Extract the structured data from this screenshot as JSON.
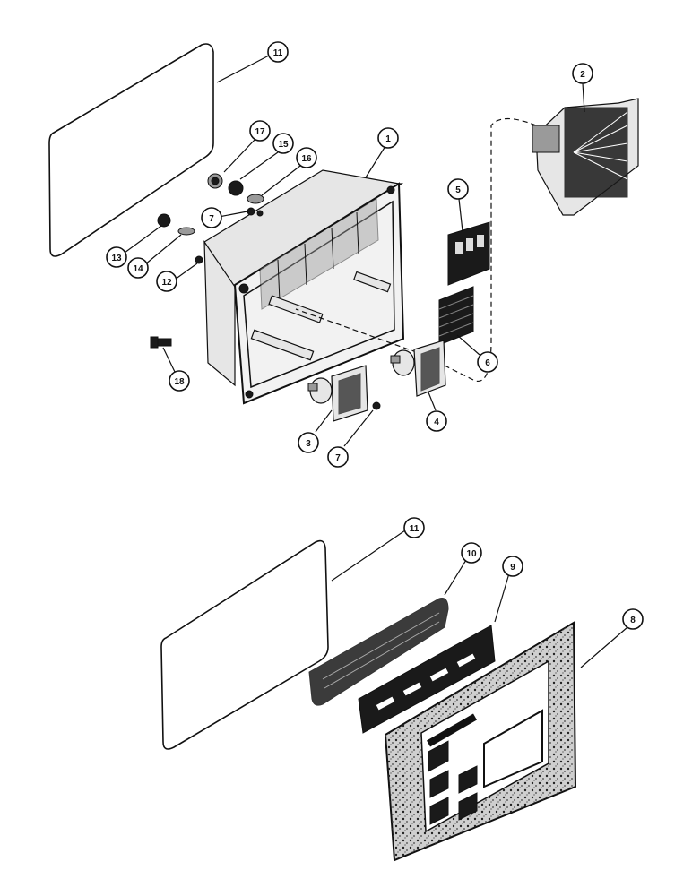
{
  "callouts": [
    {
      "id": "c11-top",
      "label": "11"
    },
    {
      "id": "c2",
      "label": "2"
    },
    {
      "id": "c1",
      "label": "1"
    },
    {
      "id": "c17",
      "label": "17"
    },
    {
      "id": "c15",
      "label": "15"
    },
    {
      "id": "c16",
      "label": "16"
    },
    {
      "id": "c7-top",
      "label": "7"
    },
    {
      "id": "c5",
      "label": "5"
    },
    {
      "id": "c13",
      "label": "13"
    },
    {
      "id": "c14",
      "label": "14"
    },
    {
      "id": "c12",
      "label": "12"
    },
    {
      "id": "c18",
      "label": "18"
    },
    {
      "id": "c6",
      "label": "6"
    },
    {
      "id": "c4",
      "label": "4"
    },
    {
      "id": "c3",
      "label": "3"
    },
    {
      "id": "c7-bot",
      "label": "7"
    },
    {
      "id": "c11-bot",
      "label": "11"
    },
    {
      "id": "c10",
      "label": "10"
    },
    {
      "id": "c9",
      "label": "9"
    },
    {
      "id": "c8",
      "label": "8"
    }
  ]
}
